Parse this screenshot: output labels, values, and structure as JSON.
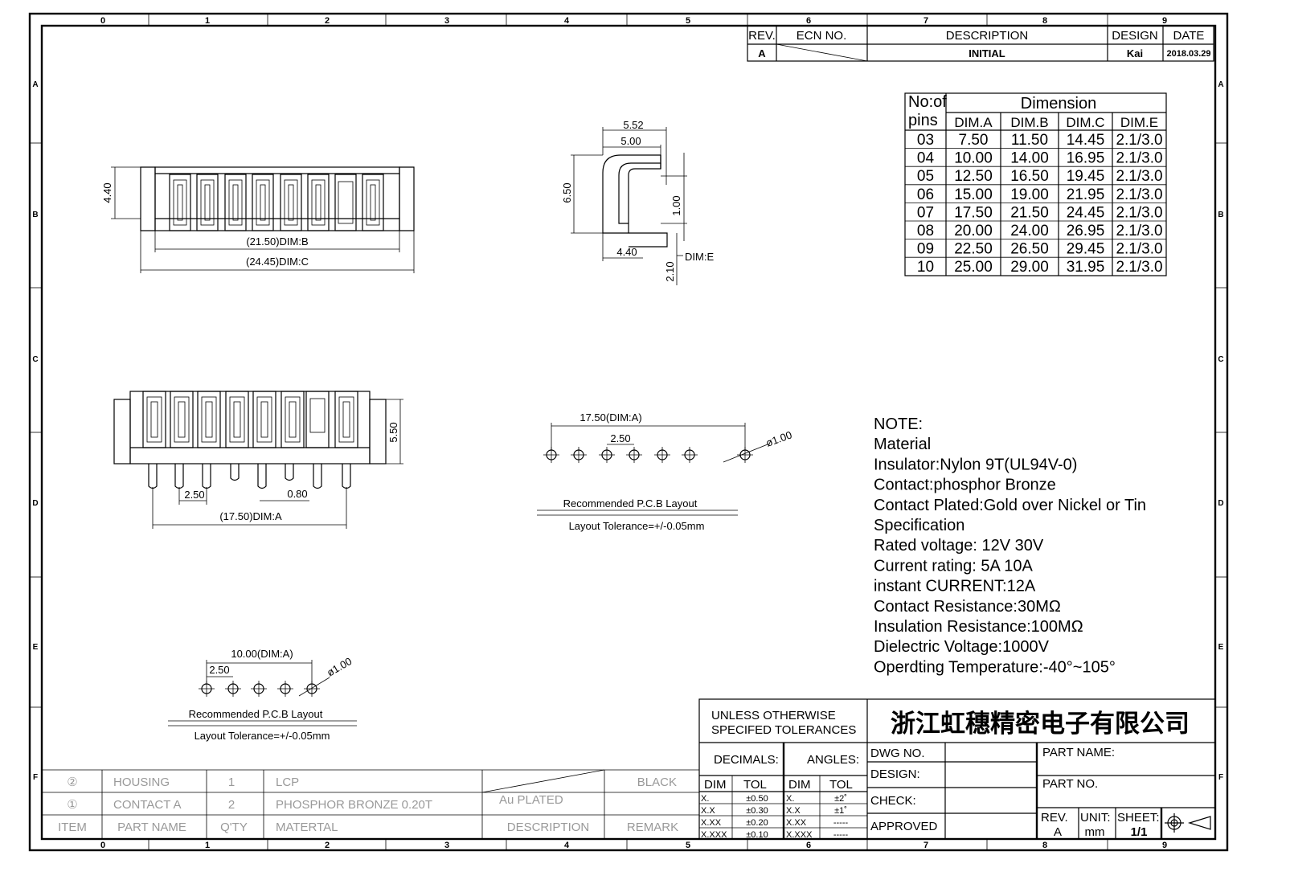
{
  "zones": {
    "cols": [
      "0",
      "1",
      "2",
      "3",
      "4",
      "5",
      "6",
      "7",
      "8",
      "9"
    ],
    "rows": [
      "A",
      "B",
      "C",
      "D",
      "E",
      "F"
    ]
  },
  "revision": {
    "headers": [
      "REV.",
      "ECN NO.",
      "DESCRIPTION",
      "DESIGN",
      "DATE"
    ],
    "row": {
      "rev": "A",
      "description": "INITIAL",
      "design": "Kai",
      "date": "2018.03.29"
    }
  },
  "dim_table": {
    "h_pins": "No:of",
    "h_pins2": "pins",
    "h_dimension": "Dimension",
    "cols": [
      "DIM.A",
      "DIM.B",
      "DIM.C",
      "DIM.E"
    ],
    "rows": [
      [
        "03",
        "7.50",
        "11.50",
        "14.45",
        "2.1/3.0"
      ],
      [
        "04",
        "10.00",
        "14.00",
        "16.95",
        "2.1/3.0"
      ],
      [
        "05",
        "12.50",
        "16.50",
        "19.45",
        "2.1/3.0"
      ],
      [
        "06",
        "15.00",
        "19.00",
        "21.95",
        "2.1/3.0"
      ],
      [
        "07",
        "17.50",
        "21.50",
        "24.45",
        "2.1/3.0"
      ],
      [
        "08",
        "20.00",
        "24.00",
        "26.95",
        "2.1/3.0"
      ],
      [
        "09",
        "22.50",
        "26.50",
        "29.45",
        "2.1/3.0"
      ],
      [
        "10",
        "25.00",
        "29.00",
        "31.95",
        "2.1/3.0"
      ]
    ]
  },
  "dims": {
    "top_h": "4.40",
    "dim_b": "(21.50)DIM:B",
    "dim_c": "(24.45)DIM:C",
    "side_552": "5.52",
    "side_500": "5.00",
    "side_650": "6.50",
    "side_100": "1.00",
    "side_440": "4.40",
    "side_210": "2.10",
    "side_dime": "DIM:E",
    "bot_550": "5.50",
    "bot_250": "2.50",
    "bot_080": "0.80",
    "bot_dima": "(17.50)DIM:A"
  },
  "pcb_large": {
    "dima": "17.50(DIM:A)",
    "pitch": "2.50",
    "hole": "ø1.00",
    "title": "Recommended P.C.B Layout",
    "tol": "Layout Tolerance=+/-0.05mm"
  },
  "pcb_small": {
    "dima": "10.00(DIM:A)",
    "pitch": "2.50",
    "hole": "ø1.00",
    "title": "Recommended P.C.B Layout",
    "tol": "Layout Tolerance=+/-0.05mm"
  },
  "notes": [
    "NOTE:",
    "Material",
    "Insulator:Nylon 9T(UL94V-0)",
    "Contact:phosphor Bronze",
    "Contact Plated:Gold over Nickel or Tin",
    "Specification",
    "Rated voltage: 12V 30V",
    "Current rating:  5A 10A",
    "instant CURRENT:12A",
    "Contact Resistance:30MΩ",
    "Insulation Resistance:100MΩ",
    "Dielectric Voltage:1000V",
    "Operdting Temperature:-40°~105°"
  ],
  "bom": {
    "rows": [
      [
        "②",
        "HOUSING",
        "1",
        "LCP",
        "",
        "BLACK"
      ],
      [
        "①",
        "CONTACT A",
        "2",
        "PHOSPHOR BRONZE 0.20T",
        "Au PLATED",
        ""
      ]
    ],
    "headers": [
      "ITEM",
      "PART NAME",
      "Q'TY",
      "MATERTAL",
      "DESCRIPTION",
      "REMARK"
    ]
  },
  "title_block": {
    "unless1": "UNLESS OTHERWISE",
    "unless2": "SPECIFED TOLERANCES",
    "company": "浙江虹穗精密电子有限公司",
    "decimals": "DECIMALS:",
    "angles": "ANGLES:",
    "dim": "DIM",
    "tol": "TOL",
    "dec_rows": [
      [
        "X.",
        "±0.50"
      ],
      [
        "X.X",
        "±0.30"
      ],
      [
        "X.XX",
        "±0.20"
      ],
      [
        "X.XXX",
        "±0.10"
      ]
    ],
    "ang_rows": [
      [
        "X.",
        "±2˚"
      ],
      [
        "X.X",
        "±1˚"
      ],
      [
        "X.XX",
        "-----"
      ],
      [
        "X.XXX",
        "-----"
      ]
    ],
    "dwg_no": "DWG NO.",
    "design": "DESIGN:",
    "check": "CHECK:",
    "approved": "APPROVED",
    "part_name": "PART NAME:",
    "part_no": "PART NO.",
    "rev": "REV.",
    "rev_val": "A",
    "unit": "UNIT:",
    "unit_val": "mm",
    "sheet": "SHEET:",
    "sheet_val": "1/1"
  }
}
